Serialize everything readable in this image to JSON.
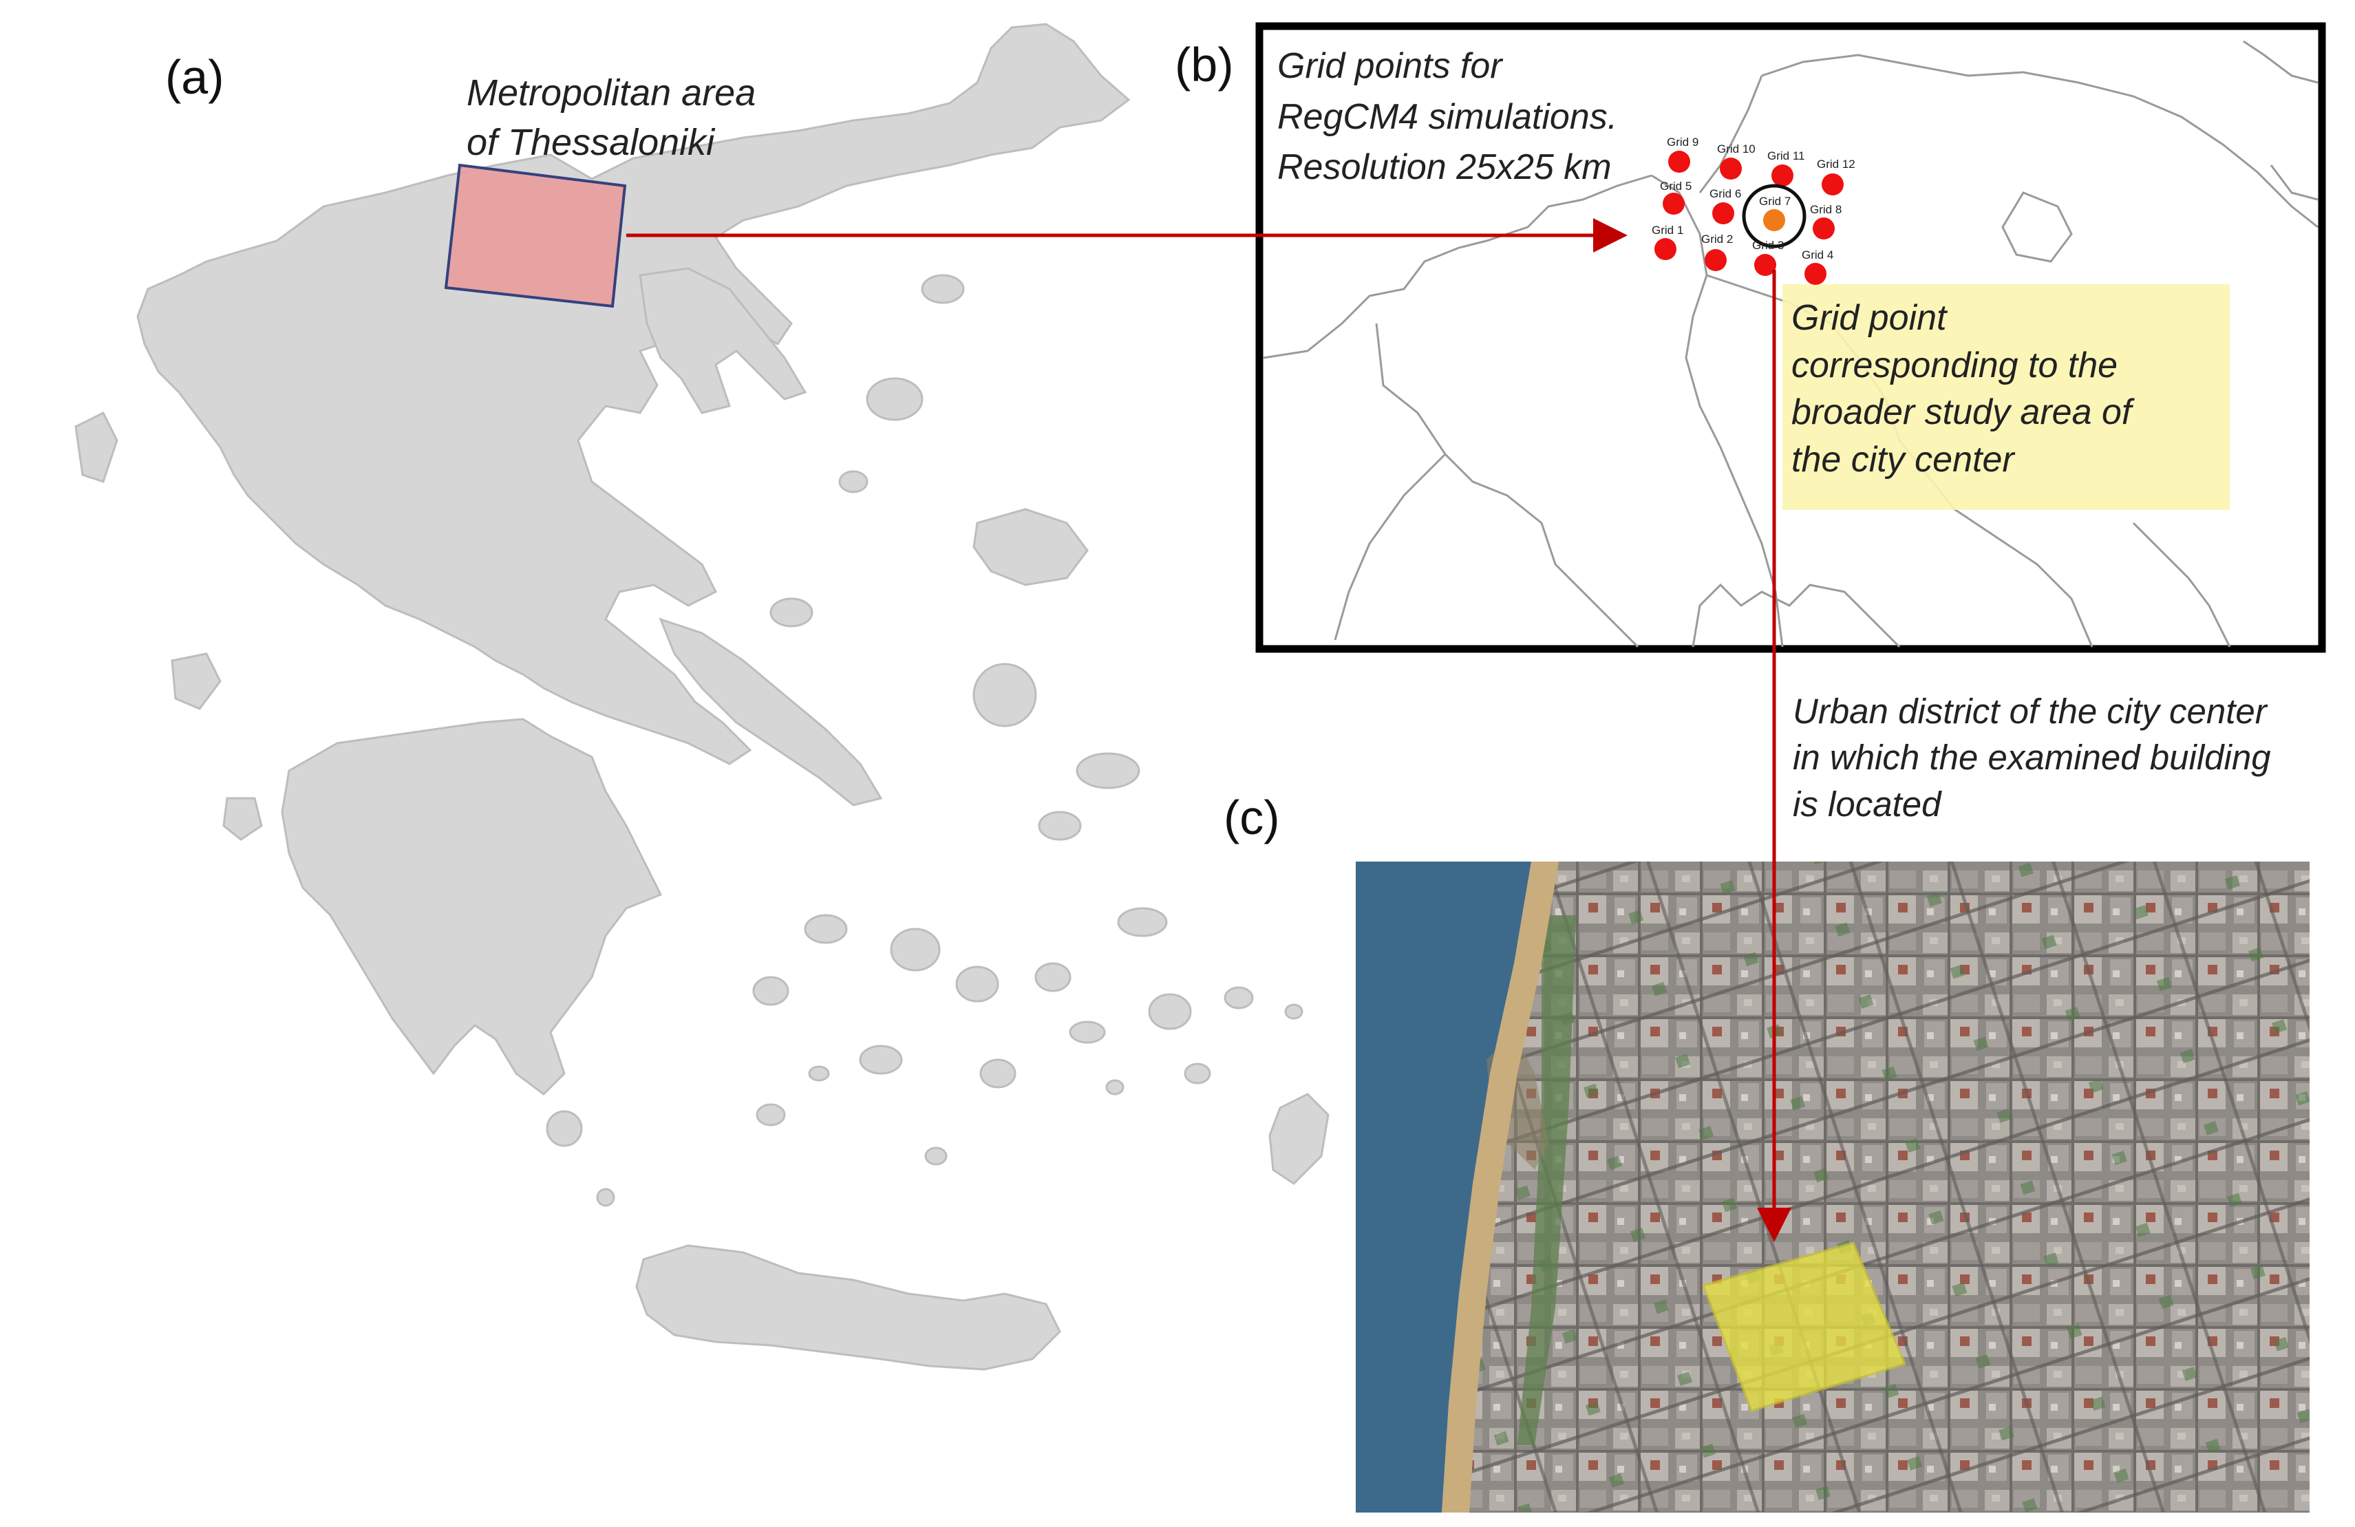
{
  "panels": {
    "a": {
      "letter": "(a)",
      "label_line1": "Metropolitan area",
      "label_line2": "of Thessaloniki"
    },
    "b": {
      "letter": "(b)",
      "title_line1": "Grid points for",
      "title_line2": "RegCM4 simulations.",
      "title_line3": "Resolution 25x25 km",
      "highlight_text": "Grid point\ncorresponding to the\nbroader study area of\nthe city center",
      "grid_points": [
        "Grid 9",
        "Grid 10",
        "Grid 11",
        "Grid 12",
        "Grid 5",
        "Grid 6",
        "Grid 7",
        "Grid 8",
        "Grid 1",
        "Grid 2",
        "Grid 3",
        "Grid 4"
      ],
      "selected_grid": "Grid 7"
    },
    "c": {
      "letter": "(c)",
      "caption": "Urban district of the city center\nin which the examined building\nis located"
    }
  },
  "colors": {
    "land": "#d6d6d6",
    "coast": "#bdbdbd",
    "metro_box": "#e8a0a0",
    "arrow": "#c00000",
    "grid_dot": "#ee1111",
    "selected_dot": "#f07a1a",
    "highlight": "#fbf5b0",
    "district": "#e6e040",
    "sea": "#3d6a8a",
    "beach": "#c9ad7d"
  }
}
